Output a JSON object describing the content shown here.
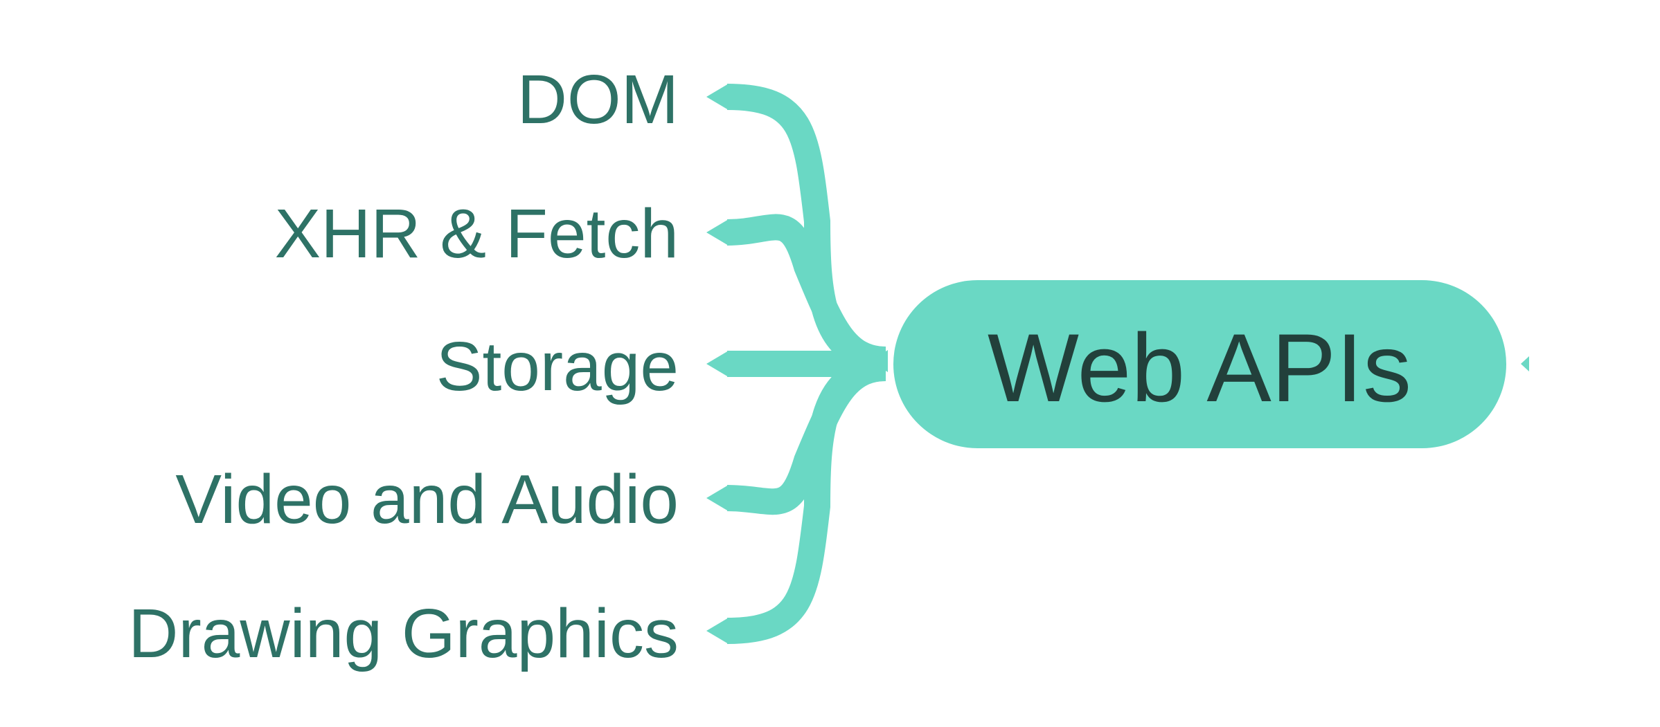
{
  "root": {
    "label": "Web APIs"
  },
  "branches": [
    {
      "label": "DOM"
    },
    {
      "label": "XHR & Fetch"
    },
    {
      "label": "Storage"
    },
    {
      "label": "Video and Audio"
    },
    {
      "label": "Drawing Graphics"
    }
  ],
  "colors": {
    "connector": "#6ad8c4",
    "root_fill": "#6ad8c4",
    "root_text": "#22403b",
    "branch_text": "#2e7266",
    "background": "#ffffff"
  }
}
